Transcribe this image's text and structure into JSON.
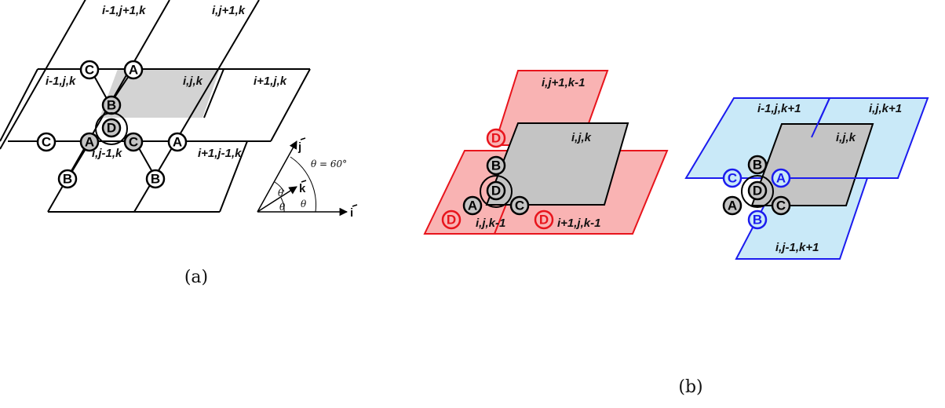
{
  "panel_a": {
    "caption": "(a)",
    "cells": {
      "top_left": "i-1,j+1,k",
      "top_right": "i,j+1,k",
      "mid_left": "i-1,j,k",
      "center": "i,j,k",
      "mid_right": "i+1,j,k",
      "bottom_left": "i,j-1,k",
      "bottom_right": "i+1,j-1,k"
    },
    "axes": {
      "i": "i",
      "j": "j",
      "k": "k",
      "theta": "θ",
      "theta_value": "θ = 60°"
    },
    "atoms": [
      "C",
      "A",
      "B",
      "D",
      "A",
      "C",
      "C",
      "A",
      "B",
      "B"
    ]
  },
  "panel_b": {
    "caption": "(b)",
    "red": {
      "cells": {
        "top": "i,j+1,k-1",
        "center": "i,j,k",
        "bottom_left": "i,j,k-1",
        "bottom_right": "i+1,j,k-1"
      },
      "atoms": [
        "D",
        "B",
        "D",
        "A",
        "C",
        "D",
        "D"
      ]
    },
    "blue": {
      "cells": {
        "top_left": "i-1,j,k+1",
        "top_right": "i,j,k+1",
        "center": "i,j,k",
        "bottom": "i,j-1,k+1"
      },
      "atoms": [
        "B",
        "C",
        "A",
        "D",
        "A",
        "C",
        "B"
      ]
    }
  },
  "colors": {
    "layer_fill": "#d3d3d3",
    "red_fill": "#f9b3b3",
    "red_line": "#e8141c",
    "blue_fill": "#c9e9f8",
    "blue_line": "#1b1bee"
  }
}
